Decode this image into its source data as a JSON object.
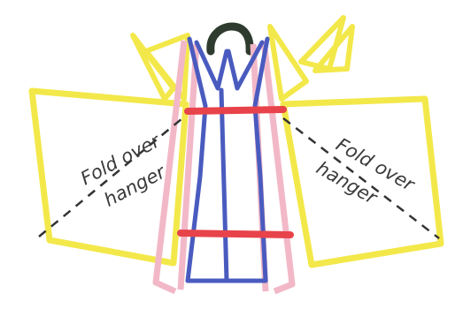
{
  "diagram": {
    "labels": {
      "left_fold_word": "Fold over",
      "left_hanger_word": "hanger",
      "right_fold_word": "Fold over",
      "right_hanger_word": "hanger"
    },
    "colors": {
      "flap_outline": "#f3e84a",
      "garment_blue": "#4a5bbf",
      "garment_pink": "#f2b8c8",
      "tie_band": "#e8434a",
      "hook": "#2f3b2f",
      "fold_line": "#333333",
      "ink": "#3a3a3a"
    }
  }
}
